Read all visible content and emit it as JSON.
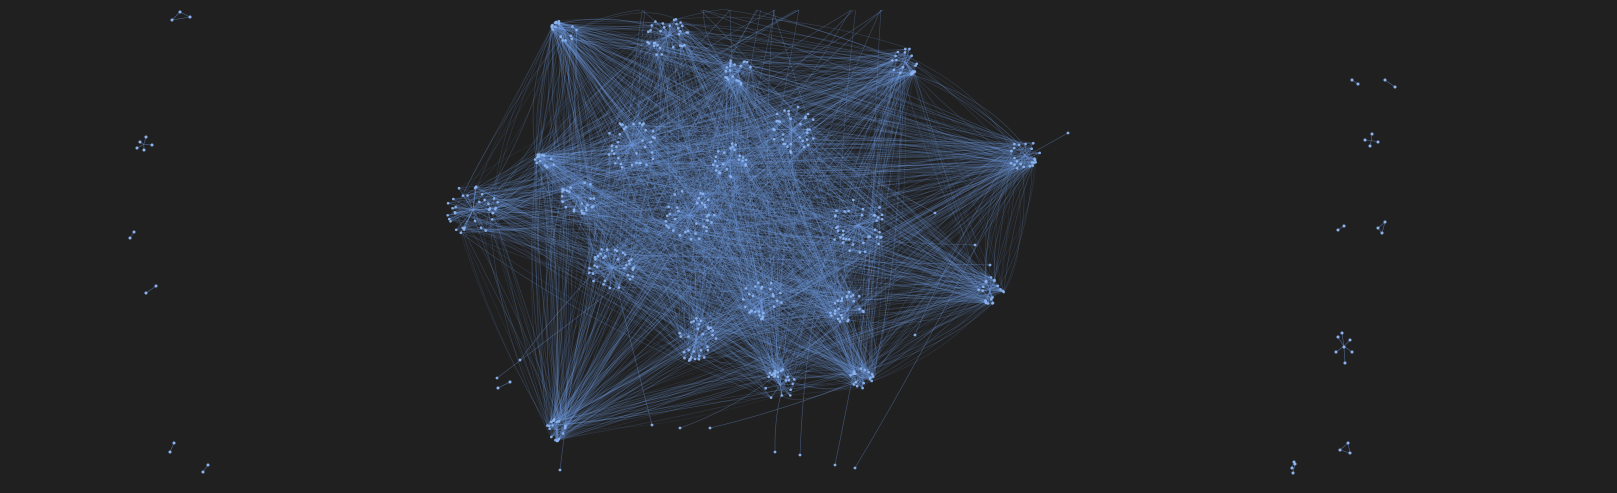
{
  "graph": {
    "background_color": "#202020",
    "edge_color": "#6f9ae0",
    "node_color": "#8cb4f0",
    "main_component": {
      "hubs": 18,
      "hub_edges_estimate": 2500
    },
    "detached_components": 16
  }
}
